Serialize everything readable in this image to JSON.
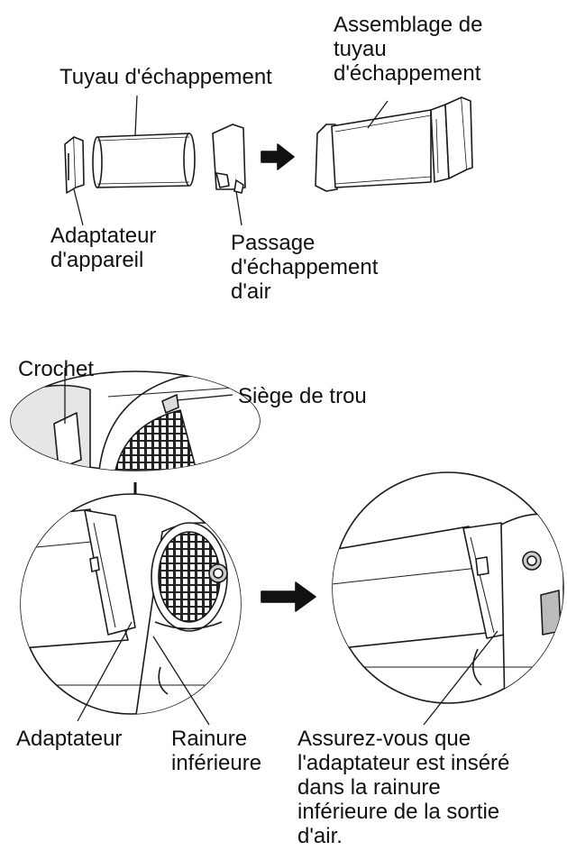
{
  "top_panel": {
    "exhaust_pipe": "Tuyau d'échappement",
    "exhaust_pipe_assembly": [
      "Assemblage de",
      "tuyau",
      "d'échappement"
    ],
    "device_adapter": [
      "Adaptateur",
      "d'appareil"
    ],
    "air_exhaust_passage": [
      "Passage",
      "d'échappement",
      "d'air"
    ]
  },
  "middle_panel": {
    "hook": "Crochet",
    "hole_seat": "Siège de trou"
  },
  "bottom_panel": {
    "adapter": "Adaptateur",
    "lower_groove": [
      "Rainure",
      "inférieure"
    ],
    "instruction": [
      "Assurez-vous que",
      "l'adaptateur est inséré",
      "dans la rainure",
      "inférieure de la sortie",
      "d'air."
    ]
  },
  "colors": {
    "line": "#1a1a1a",
    "fill": "#ffffff",
    "shade": "#cfcfcf",
    "background": "#ffffff"
  },
  "icons": [
    "right-arrow-icon",
    "down-arrow-icon"
  ]
}
